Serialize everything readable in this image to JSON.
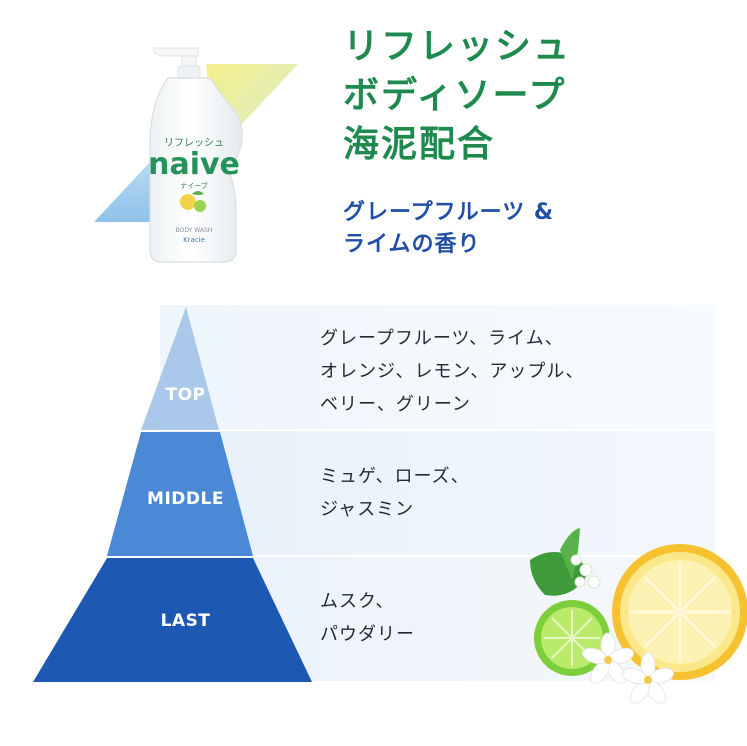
{
  "title": {
    "lines": [
      "リフレッシュ",
      "ボディソープ",
      "海泥配合"
    ]
  },
  "scent": {
    "lines": [
      "グレープフルーツ &",
      "ライムの香り"
    ]
  },
  "product": {
    "label_top": "リフレッシュ",
    "brand": "naive",
    "brand_kana": "ナイーブ",
    "maker": "Kracie",
    "body_wash": "BODY WASH"
  },
  "notes": {
    "top": {
      "label": "TOP",
      "lines": [
        "グレープフルーツ、ライム、",
        "オレンジ、レモン、アップル、",
        "ベリー、グリーン"
      ]
    },
    "middle": {
      "label": "MIDDLE",
      "lines": [
        "ミュゲ、ローズ、",
        "ジャスミン"
      ]
    },
    "last": {
      "label": "LAST",
      "lines": [
        "ムスク、",
        "パウダリー"
      ]
    }
  },
  "colors": {
    "title_green": "#1f8a4e",
    "scent_blue": "#1f4fa8",
    "tier_top": "#a9c8ea",
    "tier_middle": "#4b88d6",
    "tier_last": "#1d58b3"
  }
}
